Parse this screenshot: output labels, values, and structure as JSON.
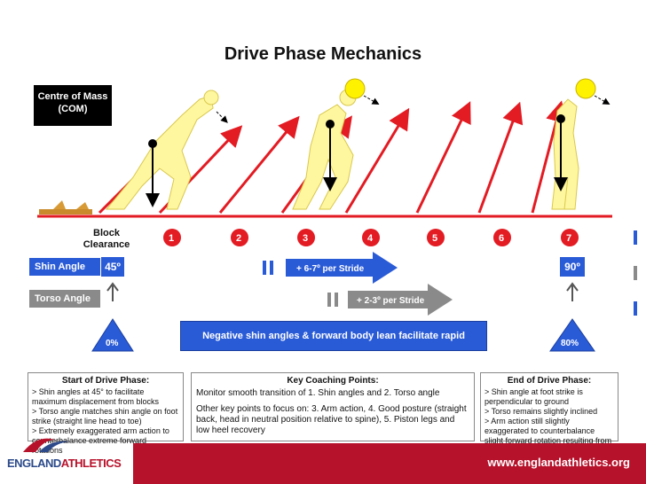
{
  "title": "Drive Phase Mechanics",
  "com_label": [
    "Centre of Mass",
    "(COM)"
  ],
  "block_label": [
    "Block",
    "Clearance"
  ],
  "stride_numbers": [
    "1",
    "2",
    "3",
    "4",
    "5",
    "6",
    "7"
  ],
  "shin_label": "Shin Angle",
  "torso_label": "Torso Angle",
  "shin_start": "45º",
  "shin_end": "90º",
  "shin_rate": "+ 6-7º per Stride",
  "torso_rate": "+ 2-3º per Stride",
  "torso_start": "0%",
  "torso_end": "80%",
  "banner": "Negative shin angles & forward body lean facilitate rapid acceleration",
  "start_panel": {
    "title": "Start of Drive Phase:",
    "lines": [
      "> Shin angles at 45° to facilitate maximum displacement from blocks",
      "> Torso angle matches shin angle on foot strike (straight line head to toe)",
      "> Extremely exaggerated arm action to counterbalance extreme forward rotations"
    ]
  },
  "key_panel": {
    "title": "Key Coaching Points:",
    "line1": "Monitor smooth transition of 1. Shin angles and 2. Torso angle",
    "line2": "Other key points to focus on: 3. Arm action, 4. Good posture (straight back, head in neutral position relative to spine), 5. Piston legs and low heel recovery"
  },
  "end_panel": {
    "title": "End of Drive Phase:",
    "lines": [
      "> Shin angle at foot strike is perpendicular to ground",
      "> Torso remains slightly inclined",
      "> Arm action still slightly exaggerated to counterbalance slight forward rotation resulting from incline body lean"
    ]
  },
  "footer_url": "www.englandathletics.org",
  "logo": {
    "left": "ENGLAND",
    "right": "ATHLETICS"
  },
  "colors": {
    "blue": "#2a5bd7",
    "red": "#e31b23",
    "grey": "#8a8a8a",
    "footer": "#b7122b",
    "yellow": "#fff200"
  }
}
